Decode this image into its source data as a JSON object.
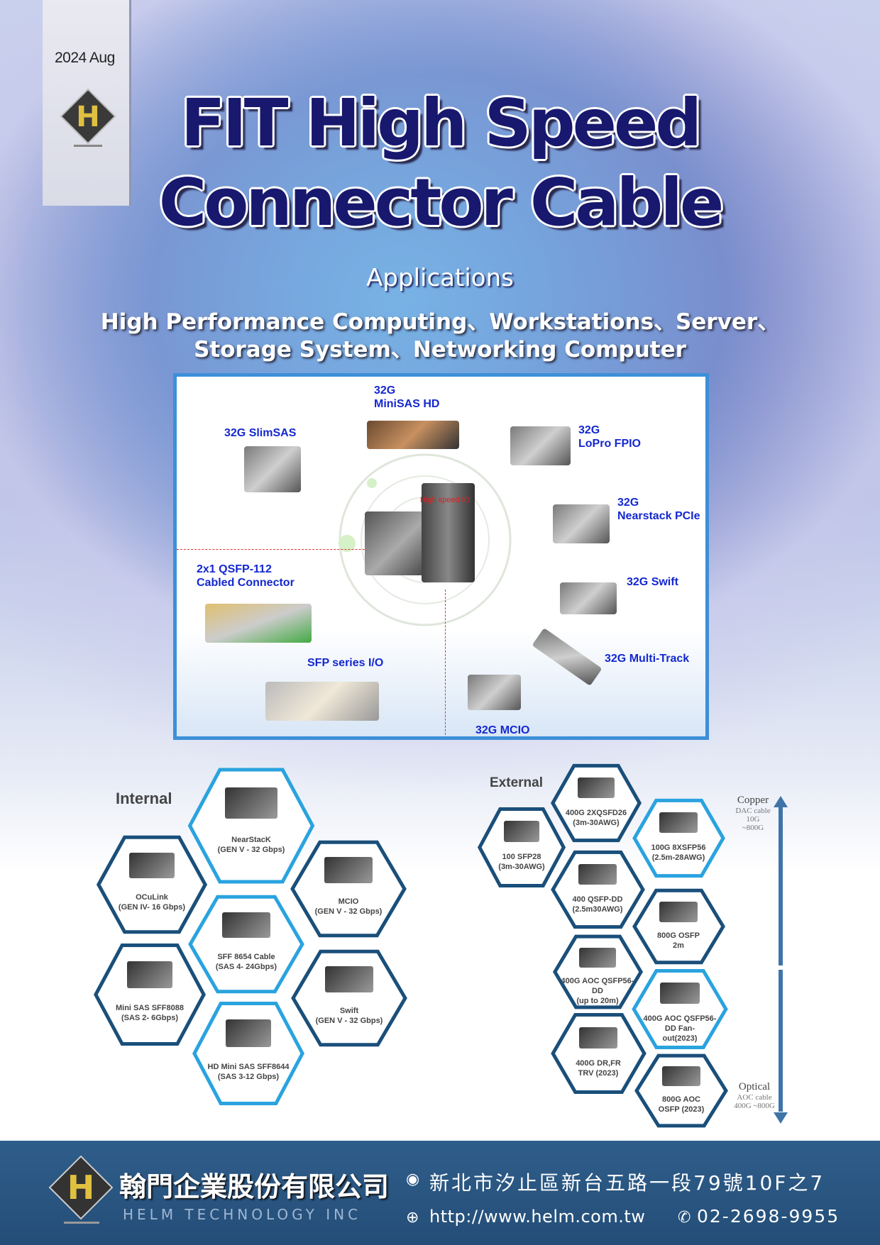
{
  "header": {
    "date": "2024 Aug",
    "title_line1": "FIT High Speed",
    "title_line2": "Connector  Cable",
    "applications_label": "Applications",
    "applications_line1": "High Performance Computing、Workstations、Server、",
    "applications_line2": "Storage System、Networking Computer"
  },
  "panel": {
    "center_label": "High speed IO",
    "items": [
      {
        "line1": "32G",
        "line2": "MiniSAS HD"
      },
      {
        "line1": "32G  SlimSAS",
        "line2": ""
      },
      {
        "line1": "32G",
        "line2": "LoPro FPIO"
      },
      {
        "line1": "32G",
        "line2": "Nearstack PCIe"
      },
      {
        "line1": "2x1 QSFP-112",
        "line2": "Cabled Connector"
      },
      {
        "line1": "32G Swift",
        "line2": ""
      },
      {
        "line1": "32G Multi-Track",
        "line2": ""
      },
      {
        "line1": "SFP series I/O",
        "line2": ""
      },
      {
        "line1": "32G  MCIO",
        "line2": ""
      }
    ]
  },
  "internal": {
    "title": "Internal",
    "items": [
      {
        "name": "NearStacK",
        "spec": "(GEN V - 32 Gbps)"
      },
      {
        "name": "OCuLink",
        "spec": "(GEN IV- 16 Gbps)"
      },
      {
        "name": "MCIO",
        "spec": "(GEN V - 32 Gbps)"
      },
      {
        "name": "SFF 8654 Cable",
        "spec": "(SAS 4- 24Gbps)"
      },
      {
        "name": "Mini SAS  SFF8088",
        "spec": "(SAS 2- 6Gbps)"
      },
      {
        "name": "Swift",
        "spec": "(GEN V - 32 Gbps)"
      },
      {
        "name": "HD Mini SAS SFF8644",
        "spec": "(SAS 3-12 Gbps)"
      }
    ]
  },
  "external": {
    "title": "External",
    "copper": "Copper",
    "copper_sub1": "DAC cable",
    "copper_sub2": "10G ~800G",
    "optical": "Optical",
    "optical_sub1": "AOC cable",
    "optical_sub2": "400G ~800G",
    "items": [
      {
        "name": "400G 2XQSFD26",
        "spec": "(3m-30AWG)"
      },
      {
        "name": "100 SFP28",
        "spec": "(3m-30AWG)"
      },
      {
        "name": "100G 8XSFP56",
        "spec": "(2.5m-28AWG)"
      },
      {
        "name": "400 QSFP-DD",
        "spec": "(2.5m30AWG)"
      },
      {
        "name": "800G OSFP",
        "spec": "2m"
      },
      {
        "name": "400G AOC QSFP56-DD",
        "spec": "(up to 20m)"
      },
      {
        "name": "400G AOC QSFP56-DD Fan-",
        "spec": "out(2023)"
      },
      {
        "name": "400G DR,FR",
        "spec": "TRV (2023)"
      },
      {
        "name": "800G AOC",
        "spec": "OSFP (2023)"
      }
    ]
  },
  "footer": {
    "company_zh": "翰門企業股份有限公司",
    "company_en": "HELM TECHNOLOGY INC",
    "address": "新北市汐止區新台五路一段79號10F之7",
    "website": "http://www.helm.com.tw",
    "phone": "02-2698-9955"
  },
  "colors": {
    "navy": "#17186e",
    "hex_dark": "#1a4f7a",
    "hex_light": "#2aa3df",
    "label_blue": "#1428d0",
    "footer": "#2a5682"
  }
}
